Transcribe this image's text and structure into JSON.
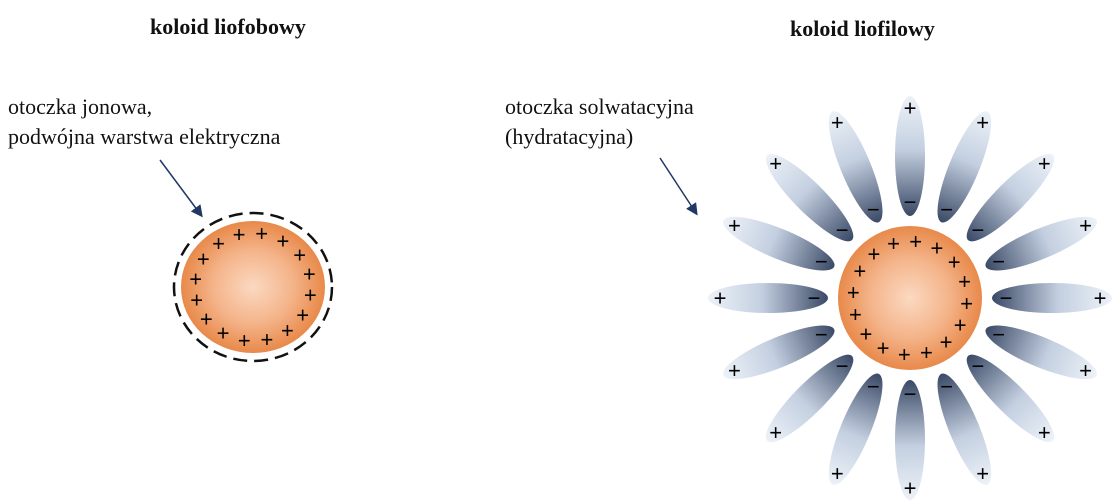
{
  "lyophobic": {
    "title": "koloid liofobowy",
    "label_line1": "otoczka jonowa,",
    "label_line2": "podwójna warstwa elektryczna",
    "surface_charge": "+"
  },
  "lyophilic": {
    "title": "koloid liofilowy",
    "label_line1": "otoczka solwatacyjna",
    "label_line2": "(hydratacyjna)",
    "surface_charge": "+",
    "molecule_inner_charge": "−",
    "molecule_outer_charge": "+"
  },
  "colors": {
    "particle_core": "#f6c9a9",
    "particle_edge": "#e8894a",
    "molecule_light": "#e2e9f3",
    "molecule_dark": "#2c3b58",
    "arrow": "#1f3864"
  }
}
